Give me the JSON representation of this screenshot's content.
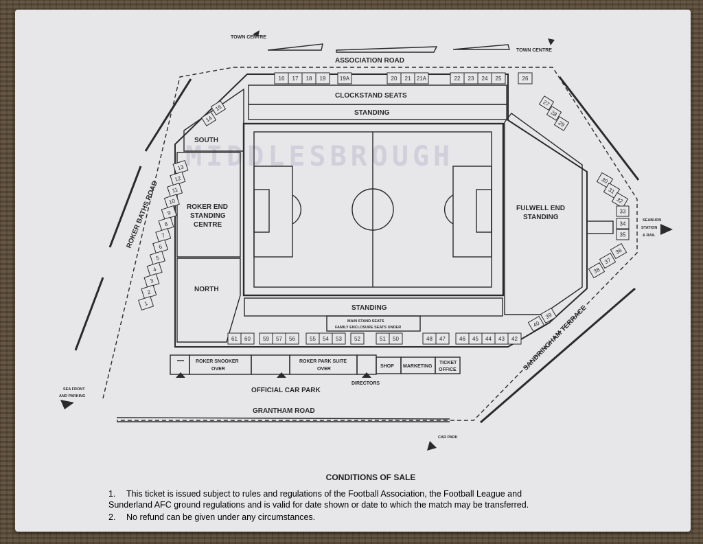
{
  "map": {
    "roads": {
      "association": "ASSOCIATION ROAD",
      "roker_baths": "ROKER BATHS ROAD",
      "grantham": "GRANTHAM ROAD",
      "sandringham": "SANDRINGHAM TERRACE"
    },
    "directions": {
      "town_centre": "TOWN CENTRE",
      "seaburn_line1": "SEABURN",
      "seaburn_line2": "STATION",
      "seaburn_line3": "& RAIL",
      "sea_front_line1": "SEA FRONT",
      "sea_front_line2": "AND PARKING",
      "car_park": "CAR PARK"
    },
    "areas": {
      "clockstand": "CLOCKSTAND SEATS",
      "standing": "STANDING",
      "south": "SOUTH",
      "north": "NORTH",
      "roker_end_1": "ROKER END",
      "roker_end_2": "STANDING",
      "roker_end_3": "CENTRE",
      "fulwell_1": "FULWELL END",
      "fulwell_2": "STANDING",
      "main_stand_1": "MAIN STAND SEATS",
      "main_stand_2": "FAMILY ENCLOSURE SEATS UNDER",
      "official_car_park": "OFFICIAL CAR PARK"
    },
    "buildings": {
      "roker_snooker_1": "ROKER SNOOKER",
      "roker_snooker_2": "OVER",
      "roker_suite_1": "ROKER PARK SUITE",
      "roker_suite_2": "OVER",
      "shop": "SHOP",
      "marketing": "MARKETING",
      "ticket_1": "TICKET",
      "ticket_2": "OFFICE",
      "directors": "DIRECTORS"
    },
    "watermark": "MIDDLESBROUGH",
    "gates": {
      "top": [
        "16",
        "17",
        "18",
        "19",
        "19A",
        "20",
        "21",
        "21A",
        "22",
        "23",
        "24",
        "25",
        "26"
      ],
      "left": [
        "13",
        "12",
        "11",
        "10",
        "9",
        "8",
        "7",
        "6",
        "5",
        "4",
        "3",
        "2",
        "1"
      ],
      "left_upper": [
        "15",
        "14"
      ],
      "right_upper": [
        "27",
        "28",
        "29"
      ],
      "right": [
        "30",
        "31",
        "32",
        "33",
        "34",
        "35",
        "36",
        "37",
        "38"
      ],
      "right_lower": [
        "40",
        "39"
      ],
      "bottom": [
        "61",
        "60",
        "59",
        "57",
        "56",
        "55",
        "54",
        "53",
        "52",
        "51",
        "50",
        "48",
        "47",
        "46",
        "45",
        "44",
        "43",
        "42"
      ]
    }
  },
  "conditions": {
    "title": "CONDITIONS OF SALE",
    "item1_num": "1.",
    "item1_line1": "This ticket is issued subject to rules and regulations of the Football Association, the Football League and",
    "item1_line2": "Sunderland AFC ground regulations and is valid for date shown or date to which the match may be transferred.",
    "item2_num": "2.",
    "item2_text": "No refund can be given under any circumstances."
  }
}
